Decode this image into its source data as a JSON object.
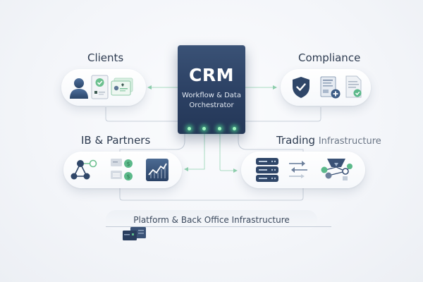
{
  "core": {
    "title": "CRM",
    "subtitle_line1": "Workflow & Data",
    "subtitle_line2": "Orchestrator",
    "icon": "server-block-icon"
  },
  "nodes": {
    "clients": {
      "label": "Clients",
      "icons": [
        "user-icon",
        "verified-document-icon",
        "id-card-icon"
      ]
    },
    "compliance": {
      "label": "Compliance",
      "icons": [
        "shield-check-icon",
        "document-add-icon",
        "document-approved-icon"
      ]
    },
    "ib_partners": {
      "label": "IB & Partners",
      "icons": [
        "network-triangle-icon",
        "commission-chat-icon",
        "growth-chart-icon"
      ]
    },
    "trading": {
      "label_main": "Trading",
      "label_light": "Infrastructure",
      "icons": [
        "database-server-icon",
        "data-exchange-arrows-icon",
        "routing-network-icon"
      ]
    }
  },
  "footer": {
    "label": "Platform & Back Office Infrastructure",
    "icon": "server-rack-icon"
  },
  "colors": {
    "core_bg": "#2b4063",
    "accent_green": "#5bb98a",
    "text_dark": "#2c3a4f",
    "connector": "#c3cbd6"
  }
}
